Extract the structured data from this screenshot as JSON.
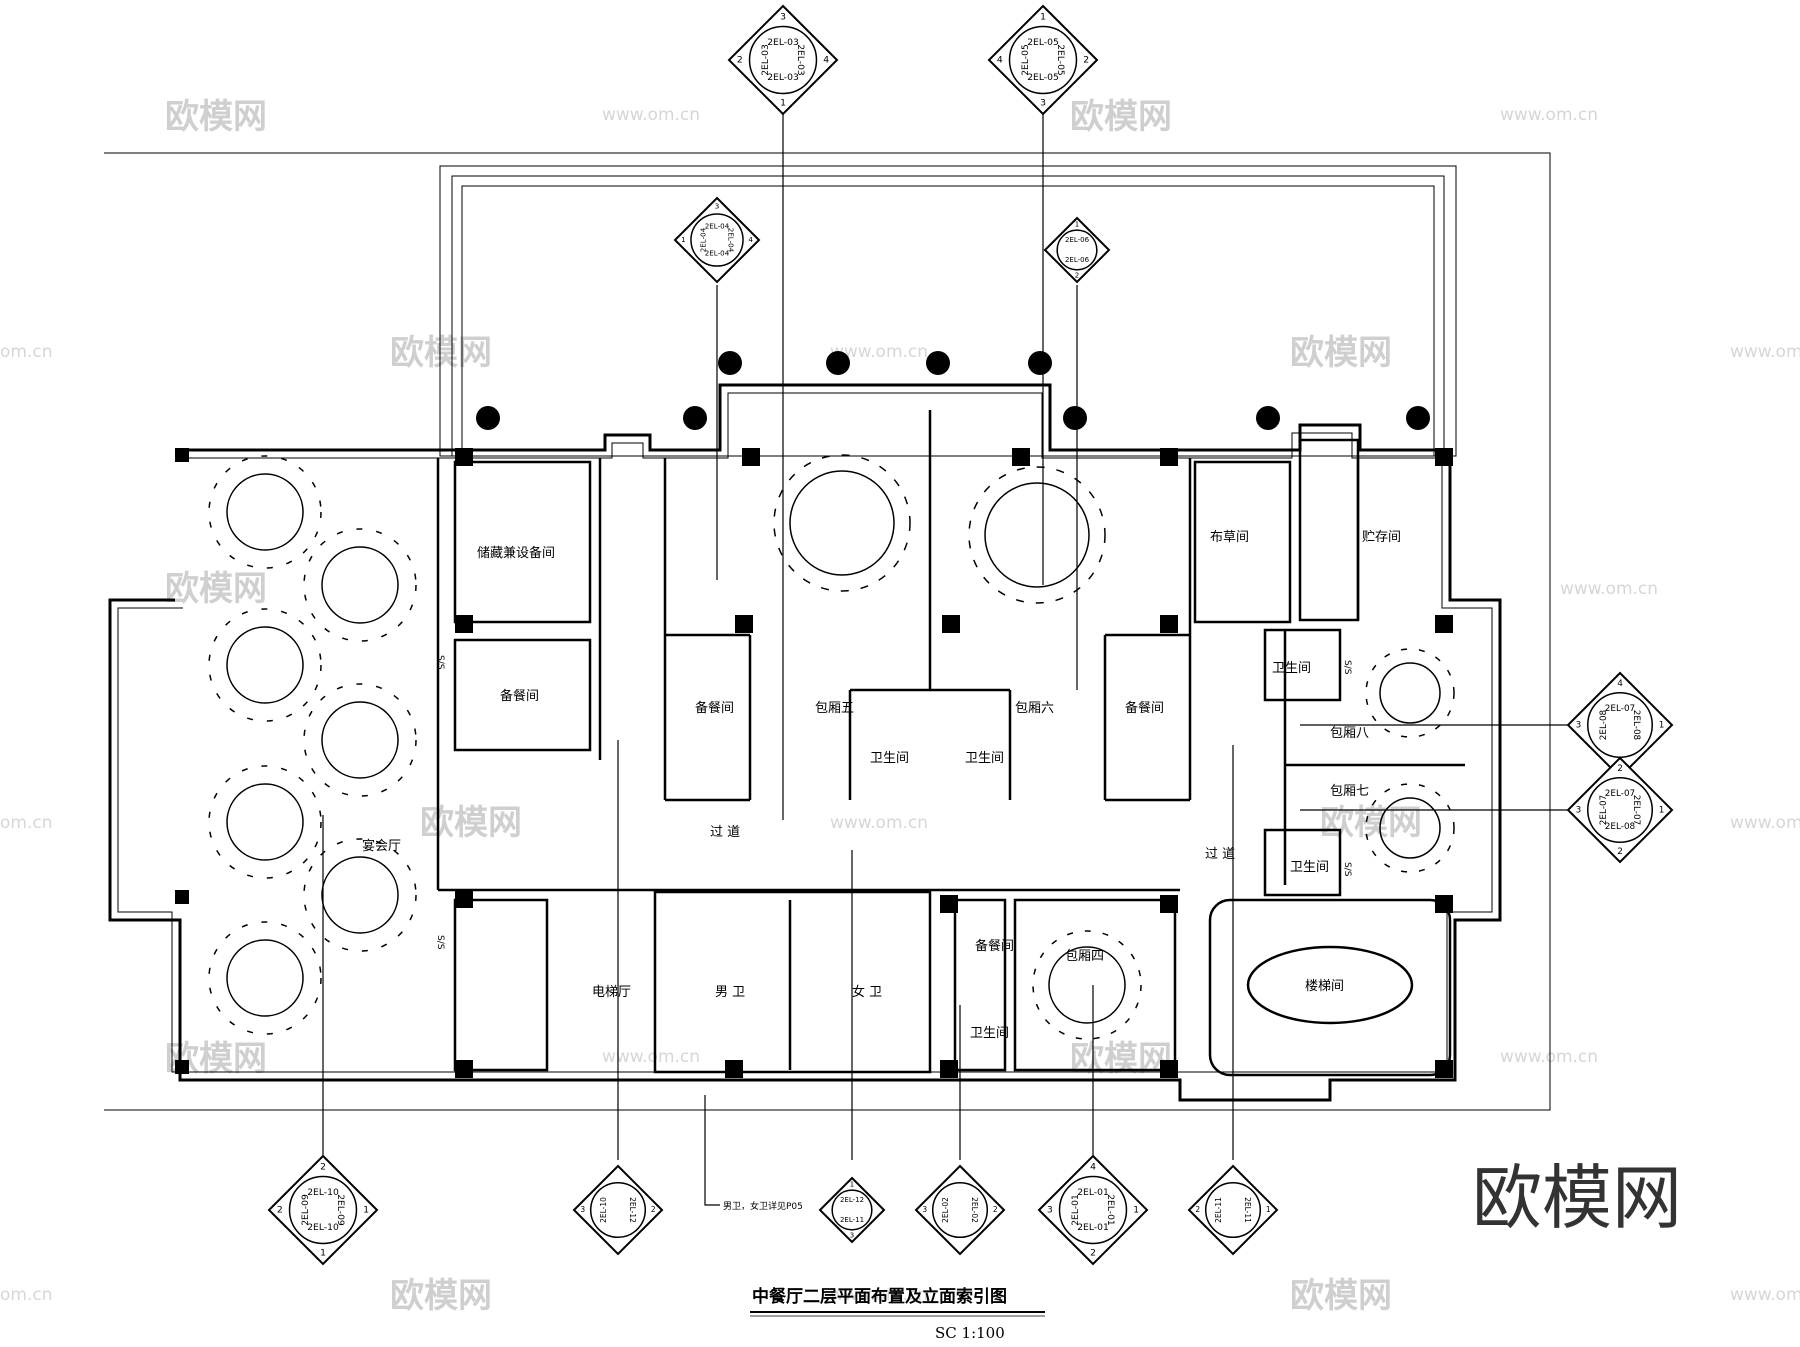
{
  "title": "中餐厅二层平面布置及立面索引图",
  "scale": "SC 1:100",
  "watermark": {
    "logo": "欧模网",
    "url": "www.om.cn",
    "url_edge": "om.cn",
    "big": "欧模网"
  },
  "rooms": {
    "banquet": "宴会厅",
    "storage": "储藏兼设备间",
    "pantry_a": "备餐间",
    "pantry_b": "备餐间",
    "pantry_c": "备餐间",
    "pantry_d": "备餐间",
    "private5": "包厢五",
    "private6": "包厢六",
    "wc5": "卫生间",
    "wc6": "卫生间",
    "linen": "布草间",
    "store": "贮存间",
    "wc8": "卫生间",
    "private8": "包厢八",
    "private7": "包厢七",
    "wc7": "卫生间",
    "corridor1": "过  道",
    "corridor2": "过  道",
    "lift_hall": "电梯厅",
    "men": "男  卫",
    "women": "女  卫",
    "private4": "包厢四",
    "wc4": "卫生间",
    "stair": "楼梯间"
  },
  "note": "男卫，女卫详见P05",
  "labels": {
    "ss": "S/S"
  },
  "indexes": [
    {
      "name": "n1",
      "n": "3",
      "e": "4",
      "s": "1",
      "w": "2",
      "tn": "2EL-03",
      "te": "2EL-03",
      "ts": "2EL-03",
      "tw": "2EL-03"
    },
    {
      "name": "n2",
      "n": "1",
      "e": "2",
      "s": "3",
      "w": "4",
      "tn": "2EL-05",
      "te": "2EL-05",
      "ts": "2EL-05",
      "tw": "2EL-05"
    },
    {
      "name": "n3",
      "n": "3",
      "e": "4",
      "s": "",
      "w": "1",
      "tn": "2EL-04",
      "te": "2EL-04",
      "ts": "2EL-04",
      "tw": "2EL-04"
    },
    {
      "name": "n4",
      "n": "1",
      "e": "",
      "s": "2",
      "w": "",
      "tn": "2EL-06",
      "te": "",
      "ts": "2EL-06",
      "tw": ""
    },
    {
      "name": "e1",
      "n": "4",
      "e": "1",
      "s": "",
      "w": "3",
      "tn": "2EL-07",
      "te": "2EL-08",
      "ts": "",
      "tw": "2EL-08"
    },
    {
      "name": "e2",
      "n": "2",
      "e": "1",
      "s": "2",
      "w": "3",
      "tn": "2EL-07",
      "te": "2EL-07",
      "ts": "2EL-08",
      "tw": "2EL-07"
    },
    {
      "name": "s1",
      "n": "2",
      "e": "1",
      "s": "1",
      "w": "2",
      "tn": "2EL-10",
      "te": "2EL-09",
      "ts": "2EL-10",
      "tw": "2EL-09"
    },
    {
      "name": "s2",
      "n": "",
      "e": "2",
      "s": "",
      "w": "3",
      "tn": "",
      "te": "2EL-12",
      "ts": "",
      "tw": "2EL-10"
    },
    {
      "name": "s3",
      "n": "1",
      "e": "",
      "s": "3",
      "w": "",
      "tn": "2EL-12",
      "te": "",
      "ts": "2EL-11",
      "tw": ""
    },
    {
      "name": "s4",
      "n": "",
      "e": "2",
      "s": "",
      "w": "3",
      "tn": "",
      "te": "2EL-02",
      "ts": "",
      "tw": "2EL-02"
    },
    {
      "name": "s5",
      "n": "4",
      "e": "1",
      "s": "2",
      "w": "3",
      "tn": "2EL-01",
      "te": "2EL-01",
      "ts": "2EL-01",
      "tw": "2EL-01"
    },
    {
      "name": "s6",
      "n": "",
      "e": "1",
      "s": "",
      "w": "2",
      "tn": "",
      "te": "2EL-11",
      "ts": "",
      "tw": "2EL-11"
    }
  ]
}
